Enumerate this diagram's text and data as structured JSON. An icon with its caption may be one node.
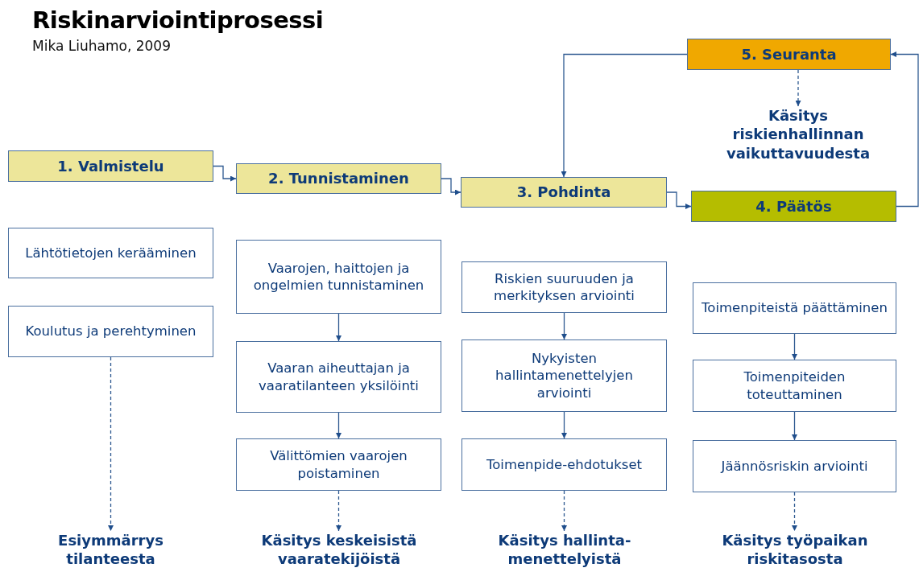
{
  "diagram": {
    "title": "Riskinarviointiprosessi",
    "nodes": [
      {
        "text": [
          "1. Valmistelu"
        ]
      },
      {
        "text": [
          "2. Tunnistaminen"
        ]
      },
      {
        "text": [
          "3. Pohdinta"
        ]
      },
      {
        "text": [
          "4. Päätös"
        ]
      },
      {
        "text": [
          "5. Seuranta"
        ]
      },
      {
        "text": [
          "Käsitys riskienhallinnan vaikuttavuudesta"
        ]
      },
      {
        "text": [
          "Lähtötietojen kerääminen"
        ]
      },
      {
        "text": [
          "Koulutus ja perehtyminen"
        ]
      },
      {
        "text": [
          "Vaarojen, haittojen ja ongelmien tunnistaminen"
        ]
      },
      {
        "text": [
          "Vaaran aiheuttajan ja vaaratilanteen yksilöinti"
        ]
      },
      {
        "text": [
          "Välittömien vaarojen poistaminen"
        ]
      },
      {
        "text": [
          "Riskien suuruuden ja merkityksen arviointi"
        ]
      },
      {
        "text": [
          "Nykyisten hallintamenettelyjen arviointi"
        ]
      },
      {
        "text": [
          "Toimenpide-ehdotukset"
        ]
      },
      {
        "text": [
          "Toimenpiteistä päättäminen"
        ]
      },
      {
        "text": [
          "Toimenpiteiden toteuttaminen"
        ]
      },
      {
        "text": [
          "Jäännösriskin arviointi"
        ]
      },
      {
        "text": [
          "Esiymmärrys tilanteesta"
        ]
      },
      {
        "text": [
          "Käsitys keskeisistä vaaratekijöistä"
        ]
      },
      {
        "text": [
          "Käsitys hallinta-menettelyistä"
        ]
      },
      {
        "text": [
          "Käsitys työpaikan riskitasosta"
        ]
      }
    ],
    "edges": [
      {
        "from": 0,
        "to": 1,
        "arrow": "to"
      },
      {
        "from": 1,
        "to": 2,
        "arrow": "to"
      },
      {
        "from": 2,
        "to": 3,
        "arrow": "to"
      },
      {
        "from": 3,
        "to": 4,
        "arrow": "to"
      },
      {
        "from": 4,
        "to": 2,
        "arrow": "to"
      },
      {
        "from": 4,
        "to": 5,
        "arrow": "to",
        "style": "dashed"
      },
      {
        "from": 7,
        "to": 17,
        "arrow": "to",
        "style": "dashed"
      },
      {
        "from": 8,
        "to": 9,
        "arrow": "to"
      },
      {
        "from": 9,
        "to": 10,
        "arrow": "to"
      },
      {
        "from": 10,
        "to": 18,
        "arrow": "to",
        "style": "dashed"
      },
      {
        "from": 11,
        "to": 12,
        "arrow": "to"
      },
      {
        "from": 12,
        "to": 13,
        "arrow": "to"
      },
      {
        "from": 13,
        "to": 19,
        "arrow": "to",
        "style": "dashed"
      },
      {
        "from": 14,
        "to": 15,
        "arrow": "to"
      },
      {
        "from": 15,
        "to": 16,
        "arrow": "to"
      },
      {
        "from": 16,
        "to": 20,
        "arrow": "to",
        "style": "dashed"
      }
    ],
    "labels": [
      "Mika Liuhamo, 2009"
    ]
  }
}
